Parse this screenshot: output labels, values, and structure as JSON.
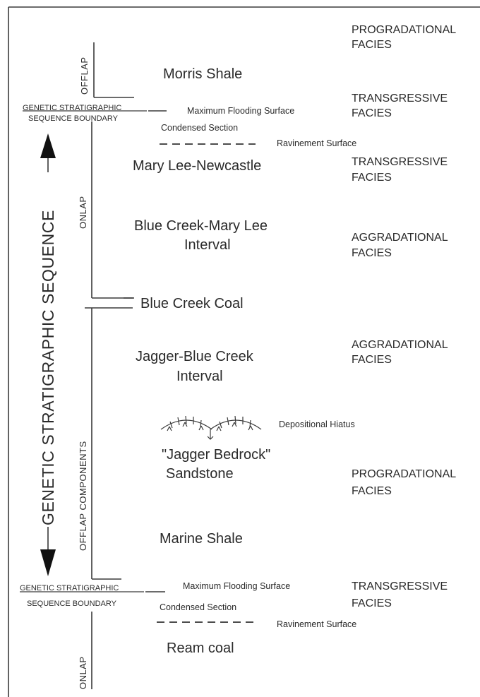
{
  "left_axis": {
    "main_label": "GENETIC STRATIGRAPHIC SEQUENCE",
    "offlap": "OFFLAP",
    "onlap_upper": "ONLAP",
    "offlap_components": "OFFLAP COMPONENTS",
    "onlap_lower": "ONLAP"
  },
  "boundaries": {
    "upper_line1": "GENETIC STRATIGRAPHIC",
    "upper_line2": "SEQUENCE BOUNDARY",
    "lower_line1": "GENETIC STRATIGRAPHIC",
    "lower_line2": "SEQUENCE BOUNDARY"
  },
  "units": {
    "morris_shale": "Morris Shale",
    "max_flood_upper": "Maximum Flooding Surface",
    "condensed_upper": "Condensed Section",
    "ravinement_upper": "Ravinement Surface",
    "mary_lee_newcastle": "Mary Lee-Newcastle",
    "blue_creek_mary_lee_1": "Blue Creek-Mary Lee",
    "blue_creek_mary_lee_2": "Interval",
    "blue_creek_coal": "Blue Creek Coal",
    "jagger_blue_creek_1": "Jagger-Blue Creek",
    "jagger_blue_creek_2": "Interval",
    "depositional_hiatus": "Depositional Hiatus",
    "jagger_bedrock_1": "\"Jagger Bedrock\"",
    "jagger_bedrock_2": "Sandstone",
    "marine_shale": "Marine Shale",
    "max_flood_lower": "Maximum Flooding Surface",
    "condensed_lower": "Condensed Section",
    "ravinement_lower": "Ravinement Surface",
    "ream_coal": "Ream coal"
  },
  "facies": {
    "f1_line1": "PROGRADATIONAL",
    "f1_line2": "FACIES",
    "f2_line1": "TRANSGRESSIVE",
    "f2_line2": "FACIES",
    "f3_line1": "TRANSGRESSIVE",
    "f3_line2": "FACIES",
    "f4_line1": "AGGRADATIONAL",
    "f4_line2": "FACIES",
    "f5_line1": "AGGRADATIONAL",
    "f5_line2": "FACIES",
    "f6_line1": "PROGRADATIONAL",
    "f6_line2": "FACIES",
    "f7_line1": "TRANSGRESSIVE",
    "f7_line2": "FACIES"
  }
}
